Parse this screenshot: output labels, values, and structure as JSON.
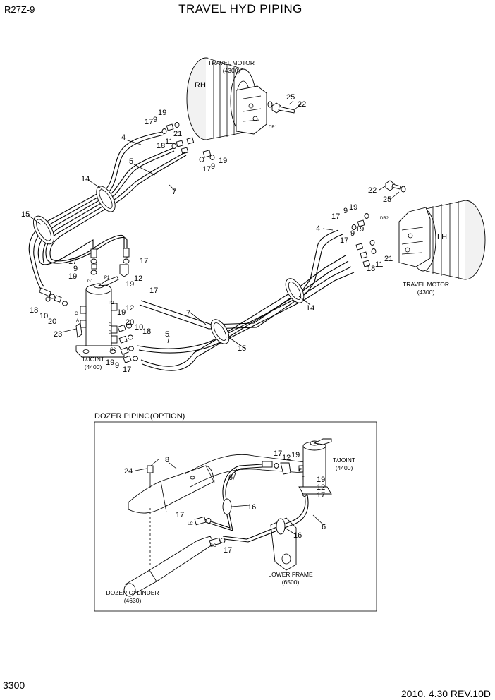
{
  "header": {
    "model": "R27Z-9",
    "title": "TRAVEL HYD PIPING"
  },
  "footer": {
    "page": "3300",
    "date_rev": "2010. 4.30  REV.10D"
  },
  "main": {
    "rh_motor": {
      "side": "RH",
      "name": "TRAVEL MOTOR",
      "ref": "(4300)"
    },
    "lh_motor": {
      "side": "LH",
      "name": "TRAVEL MOTOR",
      "ref": "(4300)"
    },
    "joint": {
      "name": "T/JOINT",
      "ref": "(4400)"
    },
    "ports": {
      "p1": "P1",
      "p2": "P2",
      "g1": "G1",
      "g2": "G2",
      "a": "A",
      "b": "B",
      "c": "C",
      "d": "D",
      "dr1": "DR1",
      "dr2": "DR2",
      "f": "F",
      "e": "E",
      "lc": "LC",
      "sc": "SC"
    },
    "callouts": {
      "c25": "25",
      "c22": "22",
      "c17": "17",
      "c9": "9",
      "c19": "19",
      "c4": "4",
      "c21": "21",
      "c18": "18",
      "c11": "11",
      "c5": "5",
      "c7": "7",
      "c14": "14",
      "c15": "15",
      "c12": "12",
      "c10": "10",
      "c20": "20",
      "c23": "23",
      "c24": "24",
      "c8": "8",
      "c6": "6",
      "c16": "16"
    }
  },
  "dozer": {
    "title": "DOZER PIPING(OPTION)",
    "cylinder": {
      "name": "DOZER CYLINDER",
      "ref": "(4630)"
    },
    "frame": {
      "name": "LOWER FRAME",
      "ref": "(6500)"
    },
    "joint": {
      "name": "T/JOINT",
      "ref": "(4400)"
    }
  }
}
